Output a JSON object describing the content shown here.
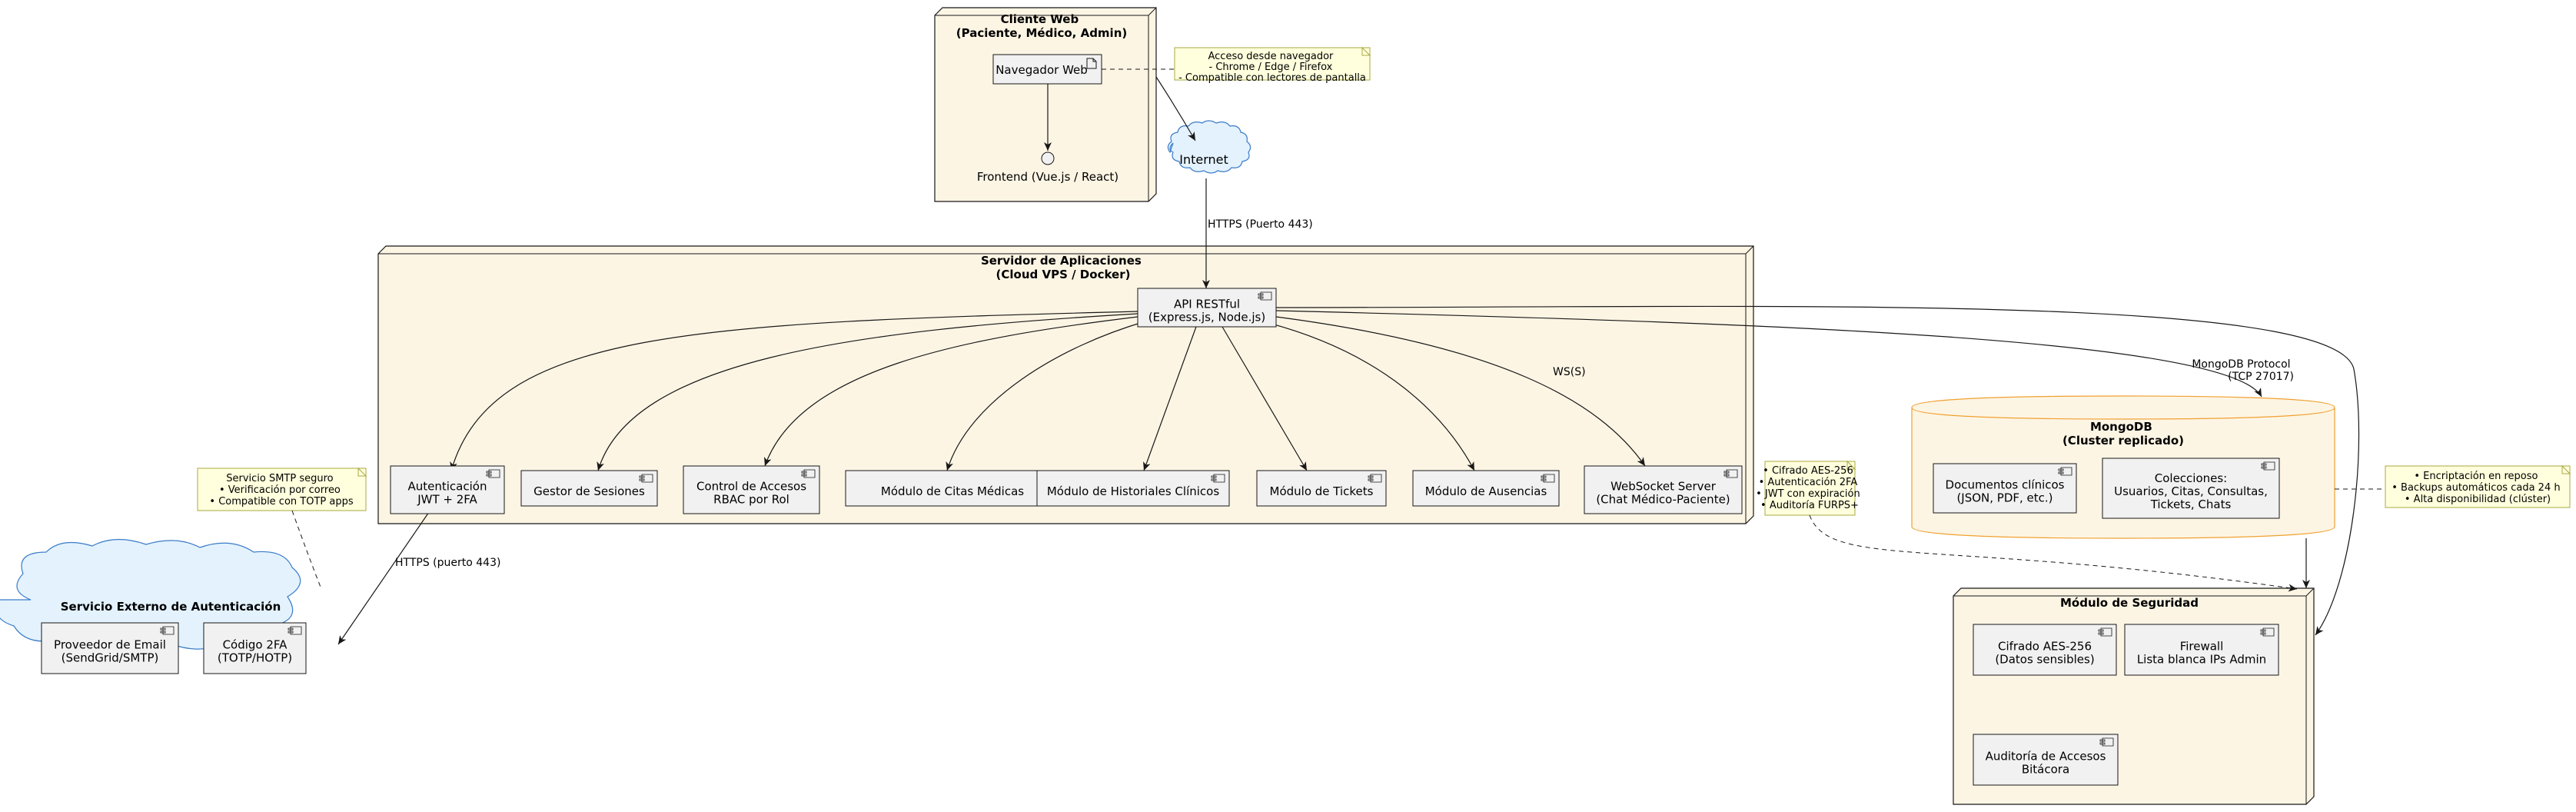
{
  "nodes": {
    "cliente_web": {
      "title": [
        "Cliente Web",
        "(Paciente, Médico, Admin)"
      ]
    },
    "servidor": {
      "title": [
        "Servidor de Aplicaciones",
        "(Cloud VPS / Docker)"
      ]
    },
    "seguridad": {
      "title": [
        "Módulo de Seguridad"
      ]
    }
  },
  "clouds": {
    "internet": {
      "label": "Internet"
    },
    "auth_externo": {
      "title": "Servicio Externo de Autenticación"
    }
  },
  "database": {
    "title": [
      "MongoDB",
      "(Cluster replicado)"
    ]
  },
  "components": {
    "navegador": [
      "Navegador Web"
    ],
    "frontend": [
      "Frontend (Vue.js / React)"
    ],
    "api": [
      "API RESTful",
      "(Express.js, Node.js)"
    ],
    "autenticacion": [
      "Autenticación",
      "JWT + 2FA"
    ],
    "sesiones": [
      "Gestor de Sesiones"
    ],
    "control_accesos": [
      "Control de Accesos",
      "RBAC por Rol"
    ],
    "citas": [
      "Módulo de Citas Médicas"
    ],
    "historiales": [
      "Módulo de Historiales Clínicos"
    ],
    "tickets": [
      "Módulo de Tickets"
    ],
    "ausencias": [
      "Módulo de Ausencias"
    ],
    "websocket": [
      "WebSocket Server",
      "(Chat Médico-Paciente)"
    ],
    "email": [
      "Proveedor de Email",
      "(SendGrid/SMTP)"
    ],
    "codigo_2fa": [
      "Código 2FA",
      "(TOTP/HOTP)"
    ],
    "documentos": [
      "Documentos clínicos",
      "(JSON, PDF, etc.)"
    ],
    "colecciones": [
      "Colecciones:",
      "Usuarios, Citas, Consultas,",
      "Tickets, Chats"
    ],
    "cifrado": [
      "Cifrado AES-256",
      "(Datos sensibles)"
    ],
    "firewall": [
      "Firewall",
      "Lista blanca IPs Admin"
    ],
    "auditoria": [
      "Auditoría de Accesos",
      "Bitácora"
    ]
  },
  "notes": {
    "navegador": [
      "Acceso desde navegador",
      "- Chrome / Edge / Firefox",
      "- Compatible con lectores de pantalla"
    ],
    "smtp": [
      "Servicio SMTP seguro",
      "• Verificación por correo",
      "• Compatible con TOTP apps"
    ],
    "seguridad": [
      "• Cifrado AES-256",
      "• Autenticación 2FA",
      "• JWT con expiración",
      "• Auditoría FURPS+"
    ],
    "mongodb": [
      "• Encriptación en reposo",
      "• Backups automáticos cada 24 h",
      "• Alta disponibilidad (clúster)"
    ]
  },
  "edge_labels": {
    "https_443": "HTTPS (Puerto 443)",
    "https_auth": "HTTPS (puerto 443)",
    "ws": "WS(S)",
    "mongo": [
      "MongoDB Protocol",
      "(TCP 27017)"
    ]
  },
  "colors": {
    "node_fill": "#FDF5E4",
    "cloud_fill": "#E3F2FD",
    "cloud_stroke": "#3A7BC8",
    "db_stroke": "#F0A030",
    "note_fill": "#FFFFDD",
    "note_stroke": "#A8A840",
    "component_fill": "#F1F1F1"
  }
}
